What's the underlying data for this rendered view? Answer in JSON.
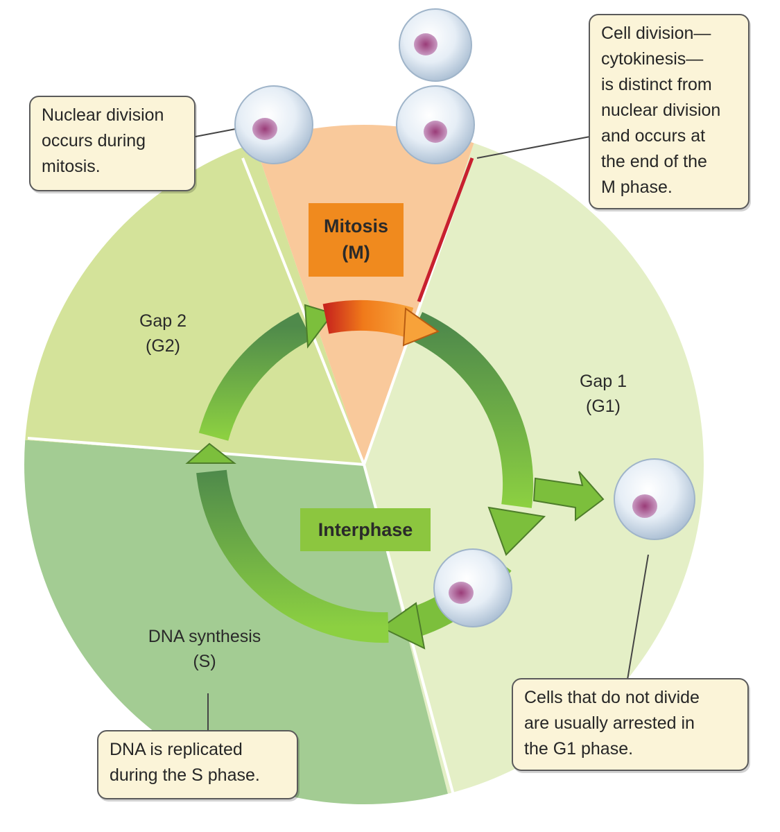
{
  "phases": {
    "mitosis": {
      "line1": "Mitosis",
      "line2": "(M)"
    },
    "gap2": {
      "line1": "Gap 2",
      "line2": "(G2)"
    },
    "gap1": {
      "line1": "Gap 1",
      "line2": "(G1)"
    },
    "synthesis": {
      "line1": "DNA synthesis",
      "line2": "(S)"
    },
    "interphase": "Interphase"
  },
  "callouts": {
    "nuclear_division": [
      "Nuclear division",
      "occurs during",
      "mitosis."
    ],
    "cytokinesis": [
      "Cell division—",
      "cytokinesis—",
      "is distinct from",
      "nuclear division",
      "and occurs at",
      "the end of the",
      "M phase."
    ],
    "arrested": [
      "Cells that do not divide",
      "are usually arrested in",
      "the G1 phase."
    ],
    "replication": [
      "DNA is replicated",
      "during the S phase."
    ]
  },
  "colors": {
    "mitosis_sector": "#f9c99b",
    "mitosis_box": "#f08a1e",
    "gap2_sector": "#d4e39a",
    "gap1_sector": "#e4efc6",
    "synthesis_sector": "#a3cc93",
    "interphase_box": "#8cc63f",
    "cycle_arrow": "#7cbf3c",
    "mitosis_arrow": "#f08a1e",
    "cytokinesis_mark": "#c8202f",
    "callout_fill": "#fbf4d8"
  }
}
